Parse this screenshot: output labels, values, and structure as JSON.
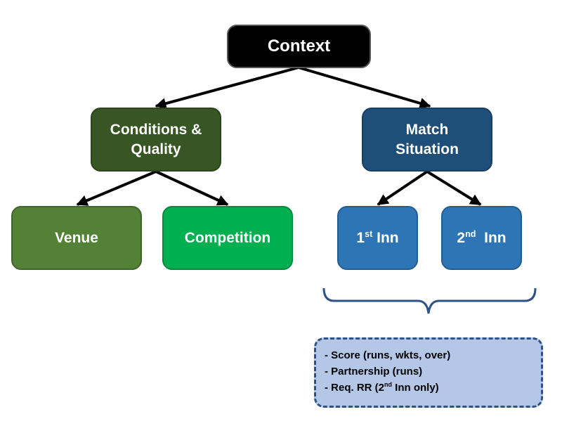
{
  "nodes": {
    "context": {
      "label": "Context",
      "color": "#000000"
    },
    "conditions": {
      "line1": "Conditions &",
      "line2": "Quality",
      "color": "#375623"
    },
    "match": {
      "line1": "Match",
      "line2": "Situation",
      "color": "#1f4e79"
    },
    "venue": {
      "label": "Venue",
      "color": "#538135"
    },
    "competition": {
      "label": "Competition",
      "color": "#00b050"
    },
    "inn1": {
      "num": "1",
      "sup": "st",
      "rest": " Inn",
      "color": "#2e75b6"
    },
    "inn2": {
      "num": "2",
      "sup": "nd",
      "rest": "  Inn",
      "color": "#2e75b6"
    }
  },
  "notes": {
    "item1": "- Score (runs, wkts, over)",
    "item2": "- Partnership (runs)",
    "item3_pre": "- Req. RR (2",
    "item3_sup": "nd",
    "item3_post": " Inn only)"
  },
  "colors": {
    "arrow": "#000000",
    "brace": "#2e5286",
    "notes_bg": "#b4c7e7"
  }
}
